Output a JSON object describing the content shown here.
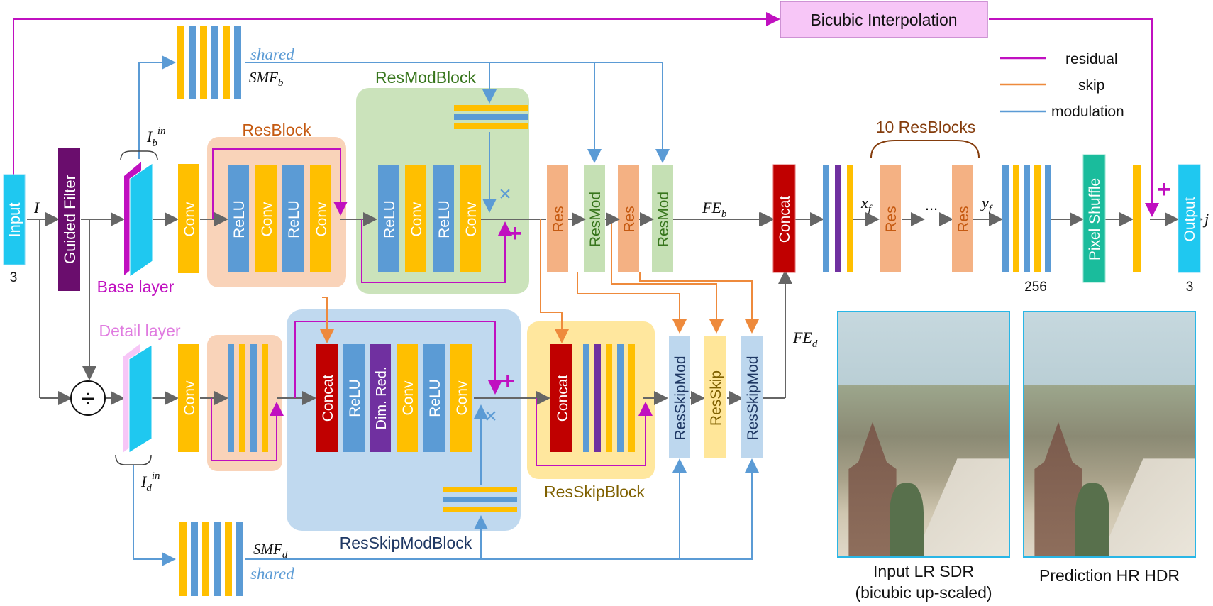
{
  "blocks": {
    "input": "Input",
    "input_ch": "3",
    "guided_filter": "Guided Filter",
    "base_layer": "Base layer",
    "detail_layer": "Detail layer",
    "conv": "Conv",
    "relu": "ReLU",
    "concat": "Concat",
    "dim_red": "Dim. Red.",
    "res": "Res",
    "resmod": "ResMod",
    "resskip": "ResSkip",
    "resskipmod": "ResSkipMod",
    "pixel_shuffle": "Pixel Shuffle",
    "output": "Output",
    "output_ch": "3",
    "ch_256": "256",
    "dots": "...",
    "bicubic": "Bicubic Interpolation"
  },
  "group_titles": {
    "resblock": "ResBlock",
    "resmodblock": "ResModBlock",
    "resskipblock": "ResSkipBlock",
    "resskipmodblock": "ResSkipModBlock",
    "ten_resblocks": "10 ResBlocks"
  },
  "math": {
    "I": "I",
    "Ib_base": "I",
    "Ib_sub": "b",
    "Ib_sup": "in",
    "Id_base": "I",
    "Id_sub": "d",
    "Id_sup": "in",
    "SMFb_base": "SMF",
    "SMFb_sub": "b",
    "SMFd_base": "SMF",
    "SMFd_sub": "d",
    "shared": "shared",
    "FEb_base": "FE",
    "FEb_sub": "b",
    "FEd_base": "FE",
    "FEd_sub": "d",
    "xf_base": "x",
    "xf_sub": "f",
    "yf_base": "y",
    "yf_sub": "f",
    "j": "j",
    "div": "÷",
    "plus": "+",
    "times": "×"
  },
  "legend": [
    {
      "label": "residual",
      "color": "#c010c0"
    },
    {
      "label": "skip",
      "color": "#ee8a3c"
    },
    {
      "label": "modulation",
      "color": "#5b9bd5"
    }
  ],
  "captions": {
    "input_img_1": "Input LR SDR",
    "input_img_2": "(bicubic up-scaled)",
    "pred_img": "Prediction HR HDR"
  },
  "colors": {
    "input_cyan": "#1fc8f0",
    "guided_purple": "#6a0d6d",
    "conv_yellow": "#ffbf00",
    "relu_blue": "#5b9bd5",
    "concat_red": "#c00000",
    "dimred_purple": "#7030a0",
    "res_orange": "#f4b183",
    "resmod_green": "#c5e0b4",
    "resskip_yellow": "#ffe699",
    "resskipmod_blue": "#bdd7ee",
    "pixel_green": "#1abc9c",
    "bicubic_pink": "#f7c6f7"
  }
}
